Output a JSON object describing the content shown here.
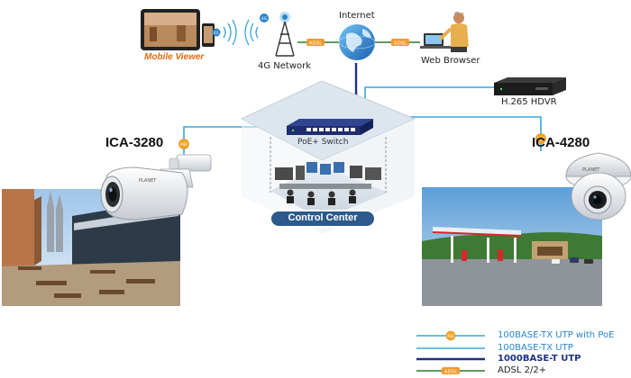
{
  "labels": {
    "mobile_viewer": "Mobile Viewer",
    "network_4g": "4G Network",
    "internet": "Internet",
    "web_browser": "Web Browser",
    "hdvr": "H.265 HDVR",
    "switch": "PoE+ Switch",
    "control_center": "Control Center",
    "cam_left": "ICA-3280",
    "cam_right": "ICA-4280",
    "adsl_tag": "ADSL",
    "poe_tag": "PoE",
    "badge_4g": "4G",
    "brand": "PLANET"
  },
  "legend": [
    {
      "text": "100BASE-TX UTP with PoE",
      "style": "poe"
    },
    {
      "text": "100BASE-TX UTP",
      "style": "utp"
    },
    {
      "text": "1000BASE-T UTP",
      "style": "gbe"
    },
    {
      "text": "ADSL 2/2+",
      "style": "adsl"
    }
  ],
  "colors": {
    "utp": "#3aa6dd",
    "gbe": "#1e2f86",
    "adsl": "#2a7a2a",
    "poe_tag": "#f5a623",
    "adsl_tag": "#f29a2e",
    "control_center_bg": "#2c5a8a",
    "mobile_label": "#e36a10"
  }
}
